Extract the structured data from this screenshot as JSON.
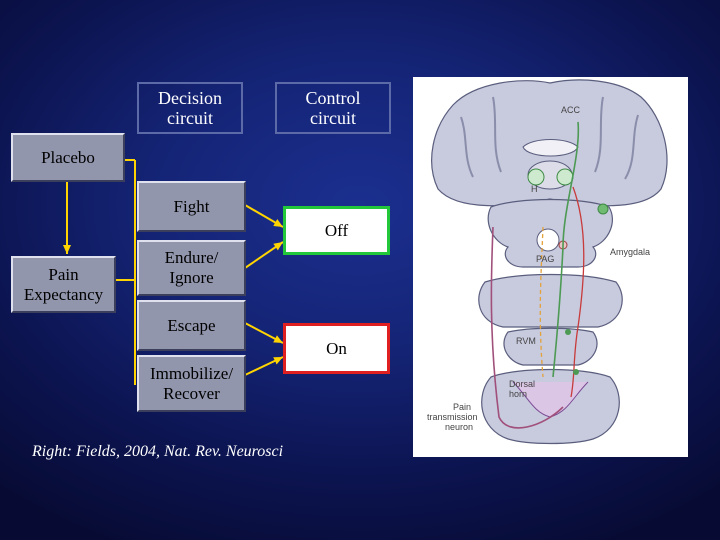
{
  "headers": {
    "decision": [
      "Decision",
      "circuit"
    ],
    "control": [
      "Control",
      "circuit"
    ]
  },
  "inputs": {
    "placebo": "Placebo",
    "pain_expectancy": [
      "Pain",
      "Expectancy"
    ]
  },
  "responses": {
    "fight": "Fight",
    "endure": [
      "Endure/",
      "Ignore"
    ],
    "escape": "Escape",
    "immobilize": [
      "Immobilize/",
      "Recover"
    ]
  },
  "outputs": {
    "off": {
      "label": "Off",
      "border_color": "#22c83a"
    },
    "on": {
      "label": "On",
      "border_color": "#e02020"
    }
  },
  "brain_labels": {
    "acc": "ACC",
    "h": "H",
    "amygdala": "Amygdala",
    "pag": "PAG",
    "rvm": "RVM",
    "dorsal_horn": [
      "Dorsal",
      "horn"
    ],
    "pain_transmission": [
      "Pain",
      "transmission",
      "neuron"
    ]
  },
  "caption": "Right: Fields, 2004, Nat. Rev. Neurosci",
  "colors": {
    "arrow": "#ffd400",
    "box_fill": "#9296ad",
    "background": "#142374"
  }
}
